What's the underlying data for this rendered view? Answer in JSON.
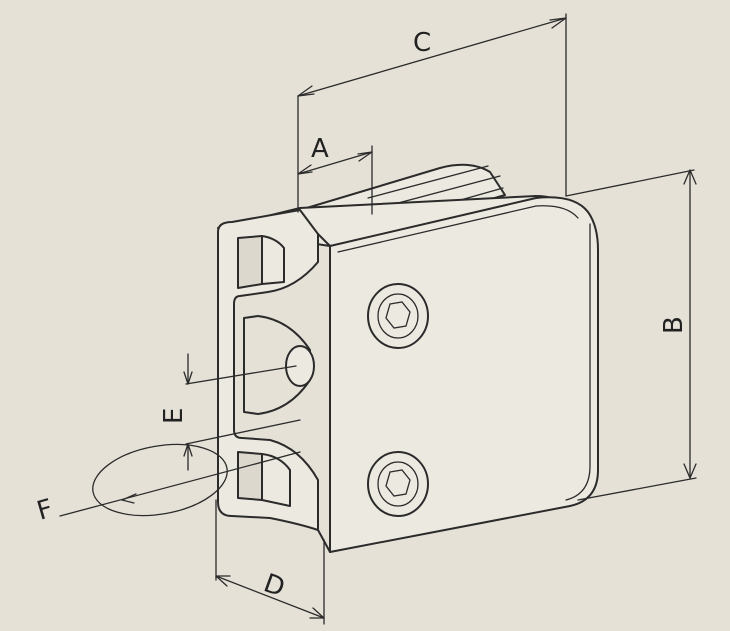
{
  "diagram": {
    "labels": {
      "a": "A",
      "b": "B",
      "c": "C",
      "d": "D",
      "e": "E",
      "f": "F"
    },
    "icons": [
      "hex-socket-screw-icon",
      "hex-socket-screw-icon"
    ]
  }
}
